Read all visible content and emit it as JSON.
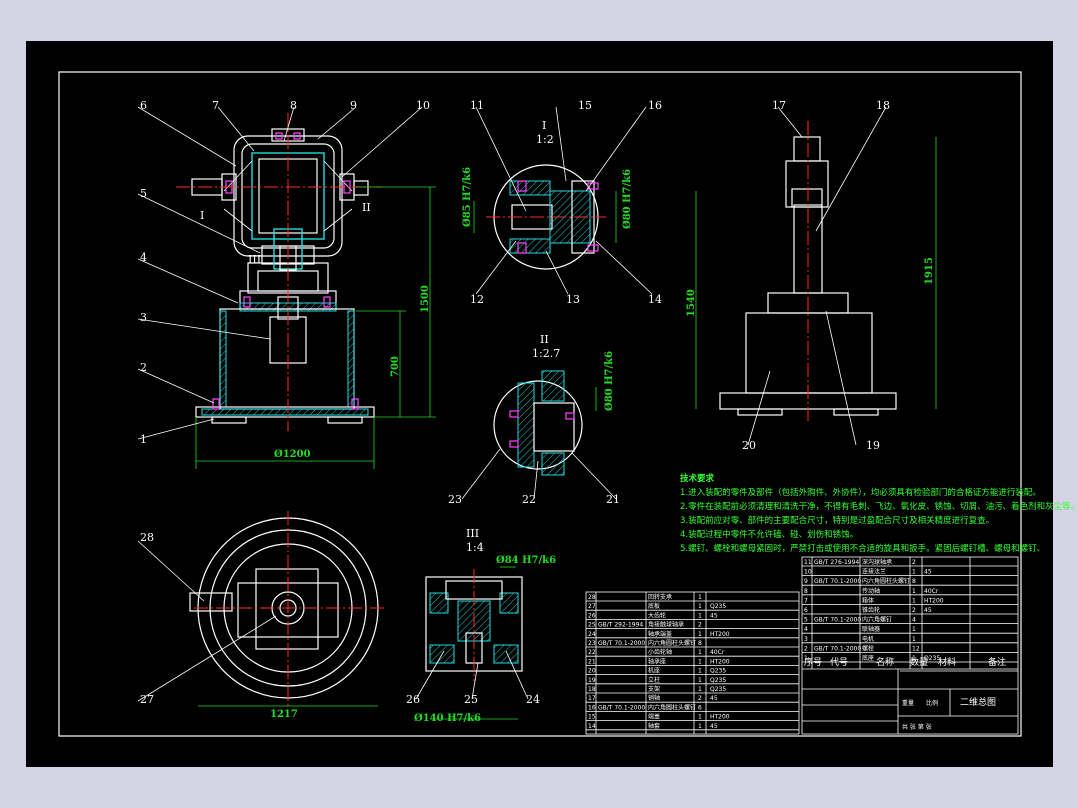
{
  "drawing": {
    "part_labels": [
      "1",
      "2",
      "3",
      "4",
      "5",
      "6",
      "7",
      "8",
      "9",
      "10",
      "11",
      "12",
      "13",
      "14",
      "15",
      "16",
      "17",
      "18",
      "19",
      "20",
      "21",
      "22",
      "23",
      "24",
      "25",
      "26",
      "27",
      "28"
    ],
    "section_I": {
      "roman": "I",
      "scale": "1:2"
    },
    "section_II": {
      "roman": "II",
      "scale": "1:2.7"
    },
    "section_III": {
      "roman": "III",
      "scale": "1:4"
    },
    "section_markers": {
      "I": "I",
      "II": "II",
      "III": "III"
    },
    "dimensions": {
      "base_diameter": "Ø1200",
      "bottom_diameter": "1217",
      "height_700": "700",
      "height_1500": "1500",
      "side_1540": "1540",
      "side_1915": "1915",
      "detail_1": "Ø85 H7/k6",
      "detail_2": "Ø80 H7/k6",
      "detail_3": "Ø80 H7/k6",
      "detail_4": "Ø84 H7/k6",
      "detail_5": "Ø140 H7/k6"
    }
  },
  "tech_notes": {
    "heading": "技术要求",
    "lines": [
      "1.进入装配的零件及部件（包括外购件、外协件），均必须具有检验部门的合格证方能进行装配。",
      "2.零件在装配前必须清理和清洗干净，不得有毛刺、飞边、氧化皮、锈蚀、切屑、油污、着色剂和灰尘等。",
      "3.装配前应对零、部件的主要配合尺寸，特别是过盈配合尺寸及相关精度进行复查。",
      "4.装配过程中零件不允许磕、碰、划伤和锈蚀。",
      "5.螺钉、螺栓和螺母紧固时，严禁打击或使用不合适的旋具和扳手。紧固后螺钉槽、螺母和螺钉、"
    ]
  },
  "title_block": {
    "header": {
      "seq": "序号",
      "code": "代号",
      "name": "名称",
      "qty": "数量",
      "material": "材料",
      "remark": "备注"
    },
    "drawing_title": "二维总图",
    "cells": {
      "weight": "重量",
      "scale": "比例",
      "sheet": "共 张 第 张"
    },
    "bom_rows": [
      {
        "seq": "28",
        "code": "",
        "name": "回转支承",
        "qty": "1",
        "material": ""
      },
      {
        "seq": "27",
        "code": "",
        "name": "底板",
        "qty": "1",
        "material": "Q235"
      },
      {
        "seq": "26",
        "code": "",
        "name": "大齿轮",
        "qty": "1",
        "material": "45"
      },
      {
        "seq": "25",
        "code": "GB/T 292-1994",
        "name": "角接触球轴承",
        "qty": "2",
        "material": ""
      },
      {
        "seq": "24",
        "code": "",
        "name": "轴承端盖",
        "qty": "1",
        "material": "HT200"
      },
      {
        "seq": "23",
        "code": "GB/T 70.1-2000",
        "name": "内六角圆柱头螺钉",
        "qty": "8",
        "material": ""
      },
      {
        "seq": "22",
        "code": "",
        "name": "小齿轮轴",
        "qty": "1",
        "material": "40Cr"
      },
      {
        "seq": "21",
        "code": "",
        "name": "轴承座",
        "qty": "1",
        "material": "HT200"
      },
      {
        "seq": "20",
        "code": "",
        "name": "机座",
        "qty": "1",
        "material": "Q235"
      },
      {
        "seq": "19",
        "code": "",
        "name": "立柱",
        "qty": "1",
        "material": "Q235"
      },
      {
        "seq": "18",
        "code": "",
        "name": "支架",
        "qty": "1",
        "material": "Q235"
      },
      {
        "seq": "17",
        "code": "",
        "name": "销轴",
        "qty": "2",
        "material": "45"
      },
      {
        "seq": "16",
        "code": "GB/T 70.1-2000",
        "name": "内六角圆柱头螺钉",
        "qty": "6",
        "material": ""
      },
      {
        "seq": "15",
        "code": "",
        "name": "端盖",
        "qty": "1",
        "material": "HT200"
      },
      {
        "seq": "14",
        "code": "",
        "name": "轴套",
        "qty": "1",
        "material": "45"
      }
    ],
    "bom_rows_right": [
      {
        "seq": "11",
        "code": "GB/T 276-1994",
        "name": "深沟球轴承",
        "qty": "2",
        "material": ""
      },
      {
        "seq": "10",
        "code": "",
        "name": "连接法兰",
        "qty": "1",
        "material": "45"
      },
      {
        "seq": "9",
        "code": "GB/T 70.1-2000",
        "name": "内六角圆柱头螺钉",
        "qty": "8",
        "material": ""
      },
      {
        "seq": "8",
        "code": "",
        "name": "传动轴",
        "qty": "1",
        "material": "40Cr"
      },
      {
        "seq": "7",
        "code": "",
        "name": "箱体",
        "qty": "1",
        "material": "HT200"
      },
      {
        "seq": "6",
        "code": "",
        "name": "锥齿轮",
        "qty": "2",
        "material": "45"
      },
      {
        "seq": "5",
        "code": "GB/T 70.1-2000",
        "name": "内六角螺钉",
        "qty": "4",
        "material": ""
      },
      {
        "seq": "4",
        "code": "",
        "name": "联轴器",
        "qty": "1",
        "material": ""
      },
      {
        "seq": "3",
        "code": "",
        "name": "电机",
        "qty": "1",
        "material": ""
      },
      {
        "seq": "2",
        "code": "GB/T 70.1-2000",
        "name": "螺栓",
        "qty": "12",
        "material": ""
      },
      {
        "seq": "1",
        "code": "",
        "name": "底座",
        "qty": "1",
        "material": "Q235"
      }
    ]
  },
  "colors": {
    "background": "#000000",
    "frame": "#ffffff",
    "center_line": "#ff2a2a",
    "dimension": "#22dd22",
    "section": "#22dddd",
    "bolt": "#ff44ff"
  }
}
